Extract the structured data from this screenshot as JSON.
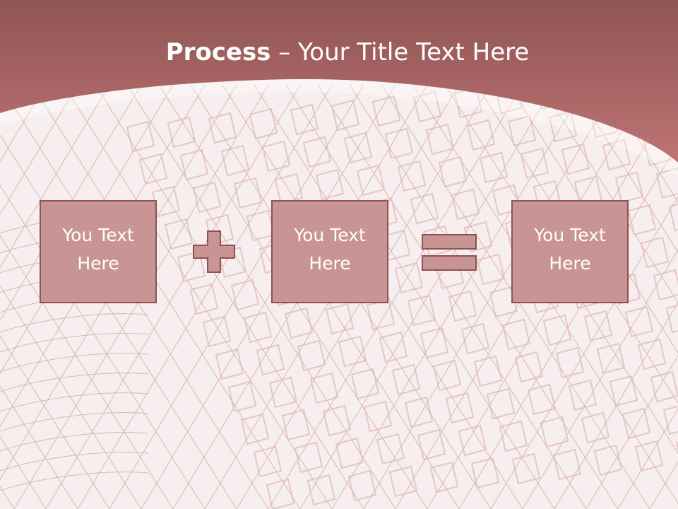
{
  "slide": {
    "title_bold": "Process",
    "title_rest": " – Your Title Text Here",
    "boxes": [
      "You Text Here",
      "You Text Here",
      "You Text Here"
    ],
    "operators": [
      "plus-icon",
      "equals-icon"
    ]
  },
  "colors": {
    "header": "#b86c6c",
    "box_fill": "#c99494",
    "box_border": "#8d5252",
    "background": "#f6eeee",
    "wire": "#d8aeae"
  }
}
